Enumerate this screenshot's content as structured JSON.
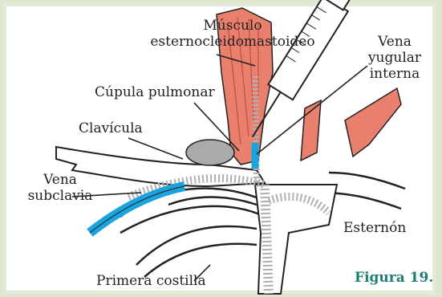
{
  "labels": {
    "musculo": "Músculo\nesternocleidomastoideo",
    "vena_yugular": "Vena\nyugular\ninterna",
    "cupula": "Cúpula pulmonar",
    "clavicula": "Clavícula",
    "vena_subclavia": "Vena\nsubclavia",
    "esternon": "Esternón",
    "primera_costilla": "Primera costilla"
  },
  "caption": "Figura 19.",
  "colors": {
    "muscle": "#e8806d",
    "vein": "#1aa3dd",
    "bone": "#ffffff",
    "outline": "#222222",
    "lung": "#aaaaaa",
    "caption": "#1b7f74",
    "frame": "#dfe7cf"
  }
}
